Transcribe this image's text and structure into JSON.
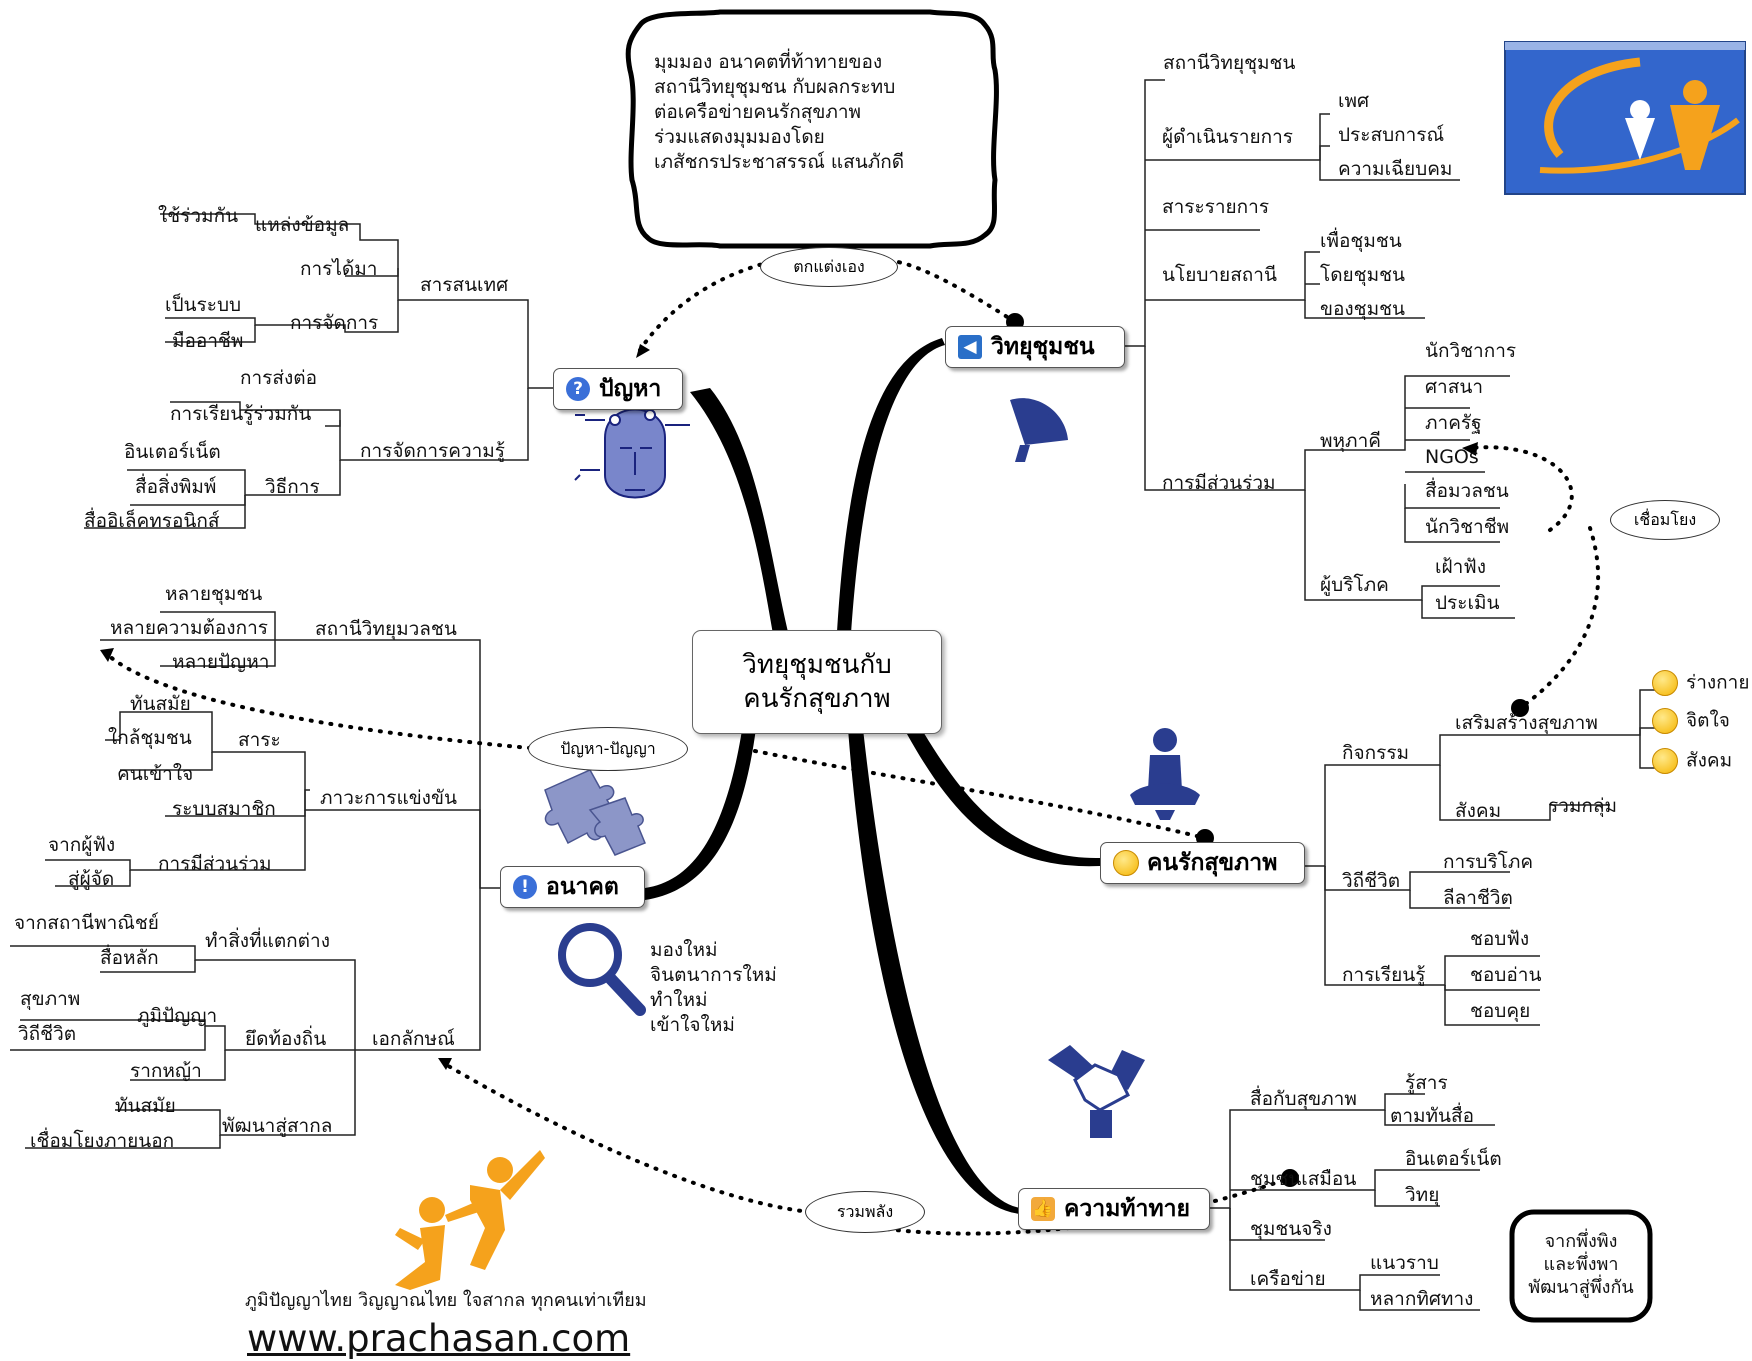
{
  "center": {
    "line1": "วิทยุชุมชนกับ",
    "line2": "คนรักสุขภาพ"
  },
  "note_top": {
    "lines": [
      "มุมมอง อนาคตที่ท้าทายของ",
      "สถานีวิทยุชุมชน กับผลกระทบ",
      "ต่อเครือข่ายคนรักสุขภาพ",
      "ร่วมแสดงมุมมองโดย",
      "เภสัชกรประชาสรรณ์ แสนภักดี"
    ]
  },
  "note_bottom": {
    "lines": [
      "จากพึ่งพิง",
      "และพึ่งพา",
      "พัฒนาสู่พึ่งกัน"
    ]
  },
  "main_nodes": {
    "problem": "ปัญหา",
    "radio": "วิทยุชุมชน",
    "future": "อนาคต",
    "health": "คนรักสุขภาพ",
    "challenge": "ความท้าทาย"
  },
  "relations": {
    "r1": "ตกแต่งเอง",
    "r2": "เชื่อมโยง",
    "r3": "ปัญหา-ปัญญา",
    "r4": "รวมพลัง"
  },
  "problem_branch": {
    "info": "สารสนเทศ",
    "info_source": "แหล่งข้อมูล",
    "share": "ใช้ร่วมกัน",
    "acquire": "การได้มา",
    "manage": "การจัดการ",
    "systematic": "เป็นระบบ",
    "professional": "มืออาชีพ",
    "km": "การจัดการความรู้",
    "transfer": "การส่งต่อ",
    "colearn": "การเรียนรู้ร่วมกัน",
    "method": "วิธีการ",
    "internet": "อินเตอร์เน็ต",
    "print": "สื่อสิ่งพิมพ์",
    "electronic": "สื่ออิเล็คทรอนิกส์"
  },
  "radio_branch": {
    "station": "สถานีวิทยุชุมชน",
    "host": "ผู้ดำเนินรายการ",
    "sex": "เพศ",
    "experience": "ประสบการณ์",
    "sharpness": "ความเฉียบคม",
    "content": "สาระรายการ",
    "policy": "นโยบายสถานี",
    "for_comm": "เพื่อชุมชน",
    "by_comm": "โดยชุมชน",
    "of_comm": "ของชุมชน",
    "participation": "การมีส่วนร่วม",
    "partners": "พหุภาคี",
    "academic": "นักวิชาการ",
    "religion": "ศาสนา",
    "state": "ภาครัฐ",
    "ngos": "NGOs",
    "mass_media": "สื่อมวลชน",
    "professionals": "นักวิชาชีพ",
    "consumers": "ผู้บริโภค",
    "watch": "เฝ้าฟัง",
    "evaluate": "ประเมิน"
  },
  "future_branch": {
    "mass_station": "สถานีวิทยุมวลชน",
    "many_comm": "หลายชุมชน",
    "many_needs": "หลายความต้องการ",
    "many_problems": "หลายปัญหา",
    "competition": "ภาวะการแข่งขัน",
    "substance": "สาระ",
    "uptodate": "ทันสมัย",
    "near_comm": "ใกล้ชุมชน",
    "understand": "คนเข้าใจ",
    "membership": "ระบบสมาชิก",
    "participation": "การมีส่วนร่วม",
    "from_listener": "จากผู้ฟัง",
    "to_producer": "สู่ผู้จัด",
    "identity": "เอกลักษณ์",
    "different": "ทำสิ่งที่แตกต่าง",
    "from_commercial": "จากสถานีพาณิชย์",
    "mainstream": "สื่อหลัก",
    "local": "ยึดท้องถิ่น",
    "health": "สุขภาพ",
    "wisdom": "ภูมิปัญญา",
    "lifestyle": "วิถีชีวิต",
    "grassroots": "รากหญ้า",
    "global": "พัฒนาสู่สากล",
    "modern": "ทันสมัย",
    "connect_out": "เชื่อมโยงภายนอก"
  },
  "future_note": {
    "lines": [
      "มองใหม่",
      "จินตนาการใหม่",
      "ทำใหม่",
      "เข้าใจใหม่"
    ]
  },
  "health_branch": {
    "activity": "กิจกรรม",
    "promote": "เสริมสร้างสุขภาพ",
    "body": "ร่างกาย",
    "mind": "จิตใจ",
    "social": "สังคม",
    "society": "สังคม",
    "group": "รวมกลุ่ม",
    "lifestyle": "วิถีชีวิต",
    "consume": "การบริโภค",
    "lifestyle2": "ลีลาชีวิต",
    "learning": "การเรียนรู้",
    "like_listen": "ชอบฟัง",
    "like_read": "ชอบอ่าน",
    "like_talk": "ชอบคุย"
  },
  "challenge_branch": {
    "media_health": "สื่อกับสุขภาพ",
    "know": "รู้สาร",
    "follow": "ตามทันสื่อ",
    "virtual": "ชุมชนเสมือน",
    "internet": "อินเตอร์เน็ต",
    "radio": "วิทยุ",
    "real": "ชุมชนจริง",
    "network": "เครือข่าย",
    "horizontal": "แนวราบ",
    "multi": "หลากทิศทาง"
  },
  "footer": {
    "slogan": "ภูมิปัญญาไทย วิญญาณไทย ใจสากล ทุกคนเท่าเทียม",
    "url": "www.prachasan.com"
  },
  "colors": {
    "logo_blue": "#3366cc",
    "logo_orange": "#f5a21c",
    "icon_navy": "#2a3d8f",
    "dot_line": "#000000"
  }
}
